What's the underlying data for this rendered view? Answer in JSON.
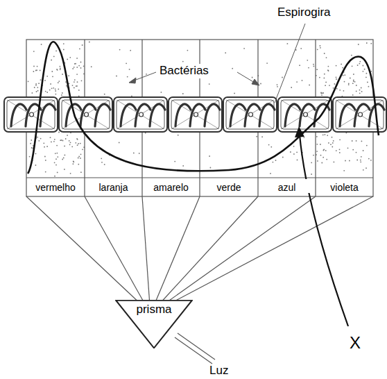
{
  "diagram": {
    "nodes": [
      {
        "text": [
          "prisma"
        ]
      }
    ],
    "labels": [
      "Espirogira",
      "Bactérias",
      "vermelho",
      "laranja",
      "amarelo",
      "verde",
      "azul",
      "violeta",
      "Luz",
      "X"
    ]
  }
}
